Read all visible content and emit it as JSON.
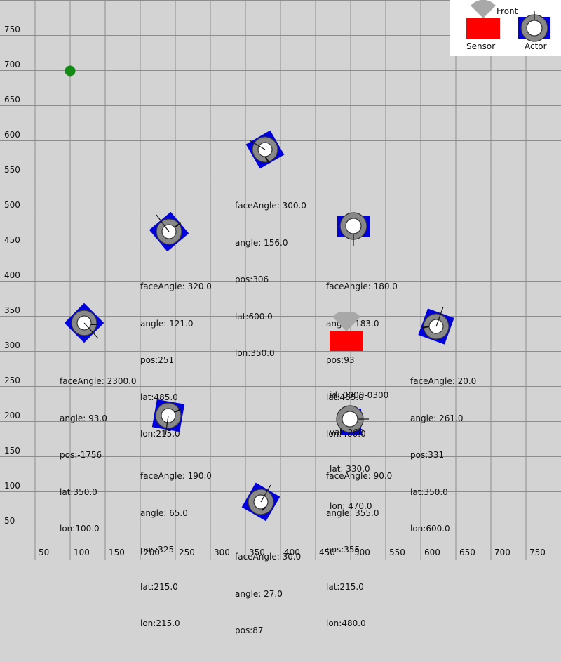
{
  "axis": {
    "x_ticks": [
      "50",
      "100",
      "150",
      "200",
      "250",
      "300",
      "350",
      "400",
      "450",
      "500",
      "550",
      "600",
      "650",
      "700",
      "750"
    ],
    "y_ticks": [
      "750",
      "700",
      "650",
      "600",
      "550",
      "500",
      "450",
      "400",
      "350",
      "300",
      "250",
      "200",
      "150",
      "100",
      "50"
    ]
  },
  "legend": {
    "front_label": "Front",
    "sensor_label": "Sensor",
    "actor_label": "Actor",
    "sensor_color": "#ff0000",
    "actor_color": "#0000dd"
  },
  "target": {
    "color": "#138a13"
  },
  "actors": [
    {
      "info": [
        "faceAngle: 300.0",
        "angle: 156.0",
        "pos:306",
        "lat:600.0",
        "lon:350.0"
      ]
    },
    {
      "info": [
        "faceAngle: 320.0",
        "angle: 121.0",
        "pos:251",
        "lat:485.0",
        "lon:215.0"
      ]
    },
    {
      "info": [
        "faceAngle: 180.0",
        "angle: 183.0",
        "pos:93",
        "lat:485.0",
        "lon:480.0"
      ]
    },
    {
      "info": [
        "faceAngle: 2300.0",
        "angle: 93.0",
        "pos:-1756",
        "lat:350.0",
        "lon:100.0"
      ]
    },
    {
      "info": [
        "faceAngle: 20.0",
        "angle: 261.0",
        "pos:331",
        "lat:350.0",
        "lon:600.0"
      ]
    },
    {
      "info": [
        "faceAngle: 190.0",
        "angle: 65.0",
        "pos:325",
        "lat:215.0",
        "lon:215.0"
      ]
    },
    {
      "info": [
        "faceAngle: 90.0",
        "angle: 355.0",
        "pos:355",
        "lat:215.0",
        "lon:480.0"
      ]
    },
    {
      "info": [
        "faceAngle: 30.0",
        "angle: 27.0",
        "pos:87"
      ]
    }
  ],
  "sensor": {
    "info": [
      "id: 0000-0300",
      "val: 268",
      "lat: 330.0",
      "lon: 470.0"
    ]
  }
}
